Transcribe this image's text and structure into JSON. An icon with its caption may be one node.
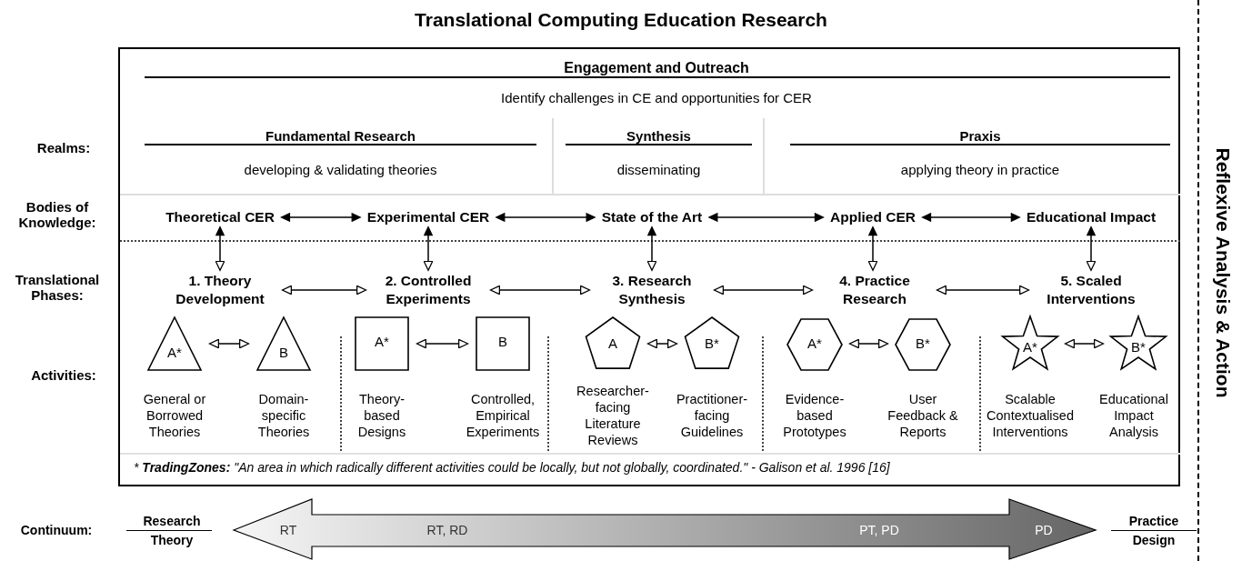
{
  "diagram": {
    "title": "Translational Computing Education Research",
    "nodes": [
      {
        "text": [
          "Engagement and Outreach",
          "Identify challenges in CE and opportunities for CER"
        ]
      },
      {
        "text": [
          "Fundamental Research",
          "developing & validating theories"
        ],
        "in": 0
      },
      {
        "text": [
          "Synthesis",
          "disseminating"
        ],
        "in": 0
      },
      {
        "text": [
          "Praxis",
          "applying theory in practice"
        ],
        "in": 0
      },
      {
        "text": [
          "Theoretical CER"
        ],
        "in": 0
      },
      {
        "text": [
          "Experimental CER"
        ],
        "in": 0
      },
      {
        "text": [
          "State of the Art"
        ],
        "in": 0
      },
      {
        "text": [
          "Applied CER"
        ],
        "in": 0
      },
      {
        "text": [
          "Educational Impact"
        ],
        "in": 0
      },
      {
        "text": [
          "1. Theory Development"
        ],
        "in": 0
      },
      {
        "text": [
          "2. Controlled Experiments"
        ],
        "in": 0
      },
      {
        "text": [
          "3. Research Synthesis"
        ],
        "in": 0
      },
      {
        "text": [
          "4. Practice Research"
        ],
        "in": 0
      },
      {
        "text": [
          "5. Scaled Interventions"
        ],
        "in": 0
      },
      {
        "text": [
          "A*"
        ],
        "beside": [
          "General or Borrowed Theories"
        ],
        "in": 0
      },
      {
        "text": [
          "B"
        ],
        "beside": [
          "Domain-specific Theories"
        ],
        "in": 0
      },
      {
        "text": [
          "A*"
        ],
        "beside": [
          "Theory-based Designs"
        ],
        "in": 0
      },
      {
        "text": [
          "B"
        ],
        "beside": [
          "Controlled, Empirical Experiments"
        ],
        "in": 0
      },
      {
        "text": [
          "A"
        ],
        "beside": [
          "Researcher-facing Literature Reviews"
        ],
        "in": 0
      },
      {
        "text": [
          "B*"
        ],
        "beside": [
          "Practitioner-facing Guidelines"
        ],
        "in": 0
      },
      {
        "text": [
          "A*"
        ],
        "beside": [
          "Evidence-based Prototypes"
        ],
        "in": 0
      },
      {
        "text": [
          "B*"
        ],
        "beside": [
          "User Feedback & Reports"
        ],
        "in": 0
      },
      {
        "text": [
          "A*"
        ],
        "beside": [
          "Scalable Contextualised Interventions"
        ],
        "in": 0
      },
      {
        "text": [
          "B*"
        ],
        "beside": [
          "Educational Impact Analysis"
        ],
        "in": 0
      }
    ],
    "edges": [
      {
        "from": 4,
        "to": 5,
        "arrow": "both"
      },
      {
        "from": 5,
        "to": 6,
        "arrow": "both"
      },
      {
        "from": 6,
        "to": 7,
        "arrow": "both"
      },
      {
        "from": 7,
        "to": 8,
        "arrow": "both"
      },
      {
        "from": 4,
        "to": 9,
        "arrow": "both"
      },
      {
        "from": 5,
        "to": 10,
        "arrow": "both"
      },
      {
        "from": 6,
        "to": 11,
        "arrow": "both"
      },
      {
        "from": 7,
        "to": 12,
        "arrow": "both"
      },
      {
        "from": 8,
        "to": 13,
        "arrow": "both"
      },
      {
        "from": 9,
        "to": 10,
        "arrow": "both"
      },
      {
        "from": 10,
        "to": 11,
        "arrow": "both"
      },
      {
        "from": 11,
        "to": 12,
        "arrow": "both"
      },
      {
        "from": 12,
        "to": 13,
        "arrow": "both"
      },
      {
        "from": 14,
        "to": 15,
        "arrow": "both"
      },
      {
        "from": 16,
        "to": 17,
        "arrow": "both"
      },
      {
        "from": 18,
        "to": 19,
        "arrow": "both"
      },
      {
        "from": 20,
        "to": 21,
        "arrow": "both"
      },
      {
        "from": 22,
        "to": 23,
        "arrow": "both"
      }
    ],
    "labels": [
      "Realms:",
      "Bodies of Knowledge:",
      "Translational Phases:",
      "Activities:",
      "* **TradingZones:**  \"An area in which radically different activities could be locally, but not globally, coordinated.\" - Galison et al. 1996 [16]",
      "Continuum:",
      "Research",
      "Theory",
      "RT",
      "RT, RD",
      "PT, PD",
      "PD",
      "Practice",
      "Design",
      "Reflexive Analysis & Action"
    ]
  }
}
